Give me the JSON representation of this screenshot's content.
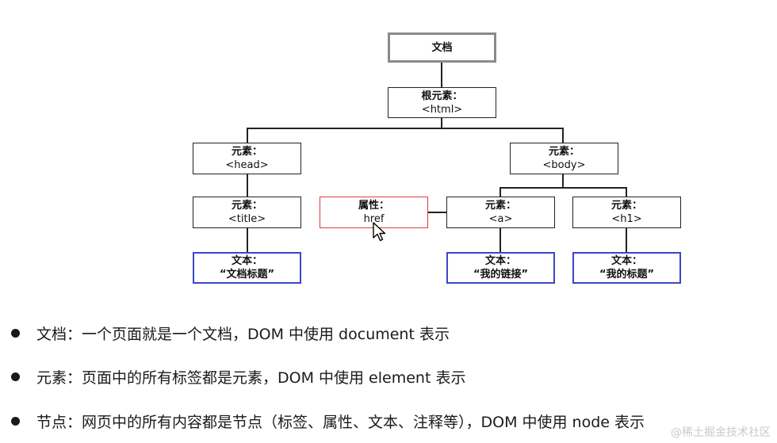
{
  "tree": {
    "document": {
      "label": "文档"
    },
    "root": {
      "label": "根元素：",
      "tag": "<html>"
    },
    "head": {
      "label": "元素：",
      "tag": "<head>"
    },
    "body": {
      "label": "元素：",
      "tag": "<body>"
    },
    "title": {
      "label": "元素：",
      "tag": "<title>"
    },
    "attr_href": {
      "label": "属性：",
      "tag": "href"
    },
    "a": {
      "label": "元素：",
      "tag": "<a>"
    },
    "h1": {
      "label": "元素：",
      "tag": "<h1>"
    },
    "text_title": {
      "label": "文本：",
      "tag": "“文档标题”"
    },
    "text_link": {
      "label": "文本：",
      "tag": "“我的链接”"
    },
    "text_h1": {
      "label": "文本：",
      "tag": "“我的标题”"
    }
  },
  "colors": {
    "document_border": "#8a8a8a",
    "attr_border": "#e03b3b",
    "text_border": "#3a46c8",
    "element_border": "#222222"
  },
  "bullets": [
    "文档：一个页面就是一个文档，DOM 中使用 document 表示",
    "元素：页面中的所有标签都是元素，DOM 中使用 element 表示",
    "节点：网页中的所有内容都是节点（标签、属性、文本、注释等），DOM 中使用 node 表示"
  ],
  "watermark": "@稀土掘金技术社区",
  "cursor_icon": "arrow-cursor-icon"
}
